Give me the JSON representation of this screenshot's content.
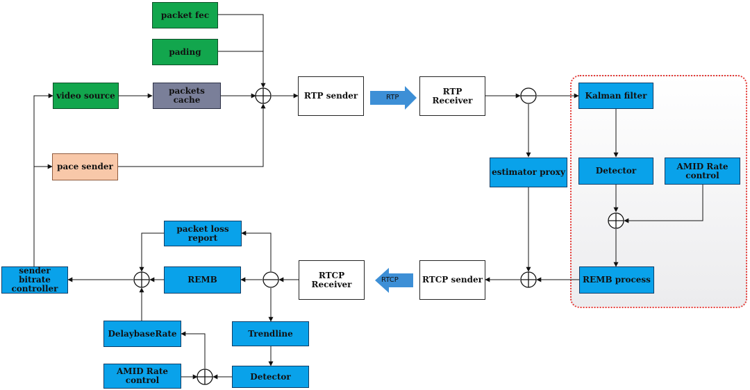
{
  "colors": {
    "green": "#12a64d",
    "slate": "#7a7f99",
    "peach": "#f8c8a9",
    "blue": "#09a2ea",
    "white": "#ffffff",
    "arrow_blue": "#3d8fd6",
    "region_border": "#e53935"
  },
  "nodes": {
    "packet_fec": "packet fec",
    "pading": "pading",
    "video_source": "video source",
    "packets_cache": "packets  cache",
    "pace_sender": "pace sender",
    "rtp_sender": "RTP sender",
    "rtp_receiver": "RTP Receiver",
    "kalman_filter": "Kalman filter",
    "detector_right": "Detector",
    "amid_rate_right": "AMID Rate control",
    "estimator_proxy": "estimator proxy",
    "remb_process": "REMB process",
    "rtcp_sender": "RTCP sender",
    "rtcp_receiver": "RTCP Receiver",
    "packet_loss_report": "packet loss report",
    "remb": "REMB",
    "sender_bitrate_controller": "sender bitrate controller",
    "delaybase_rate": "DelaybaseRate",
    "trendline": "Trendline",
    "detector_bottom": "Detector",
    "amid_rate_bottom": "AMID Rate control"
  },
  "flow_labels": {
    "rtp": "RTP",
    "rtcp": "RTCP"
  }
}
